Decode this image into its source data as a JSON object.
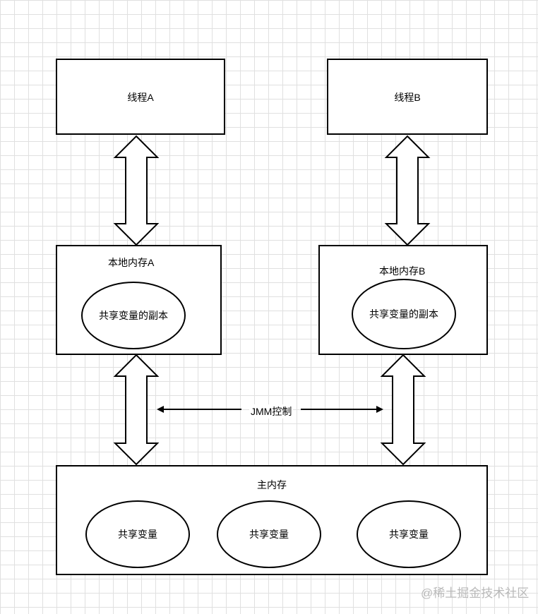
{
  "threads": [
    {
      "title": "线程A"
    },
    {
      "title": "线程B"
    }
  ],
  "local_memories": [
    {
      "title": "本地内存A",
      "copy_label": "共享变量的副本"
    },
    {
      "title": "本地内存B",
      "copy_label": "共享变量的副本"
    }
  ],
  "jmm_label": "JMM控制",
  "main_memory": {
    "title": "主内存",
    "variables": [
      "共享变量",
      "共享变量",
      "共享变量"
    ]
  },
  "watermark": "@稀土掘金技术社区"
}
